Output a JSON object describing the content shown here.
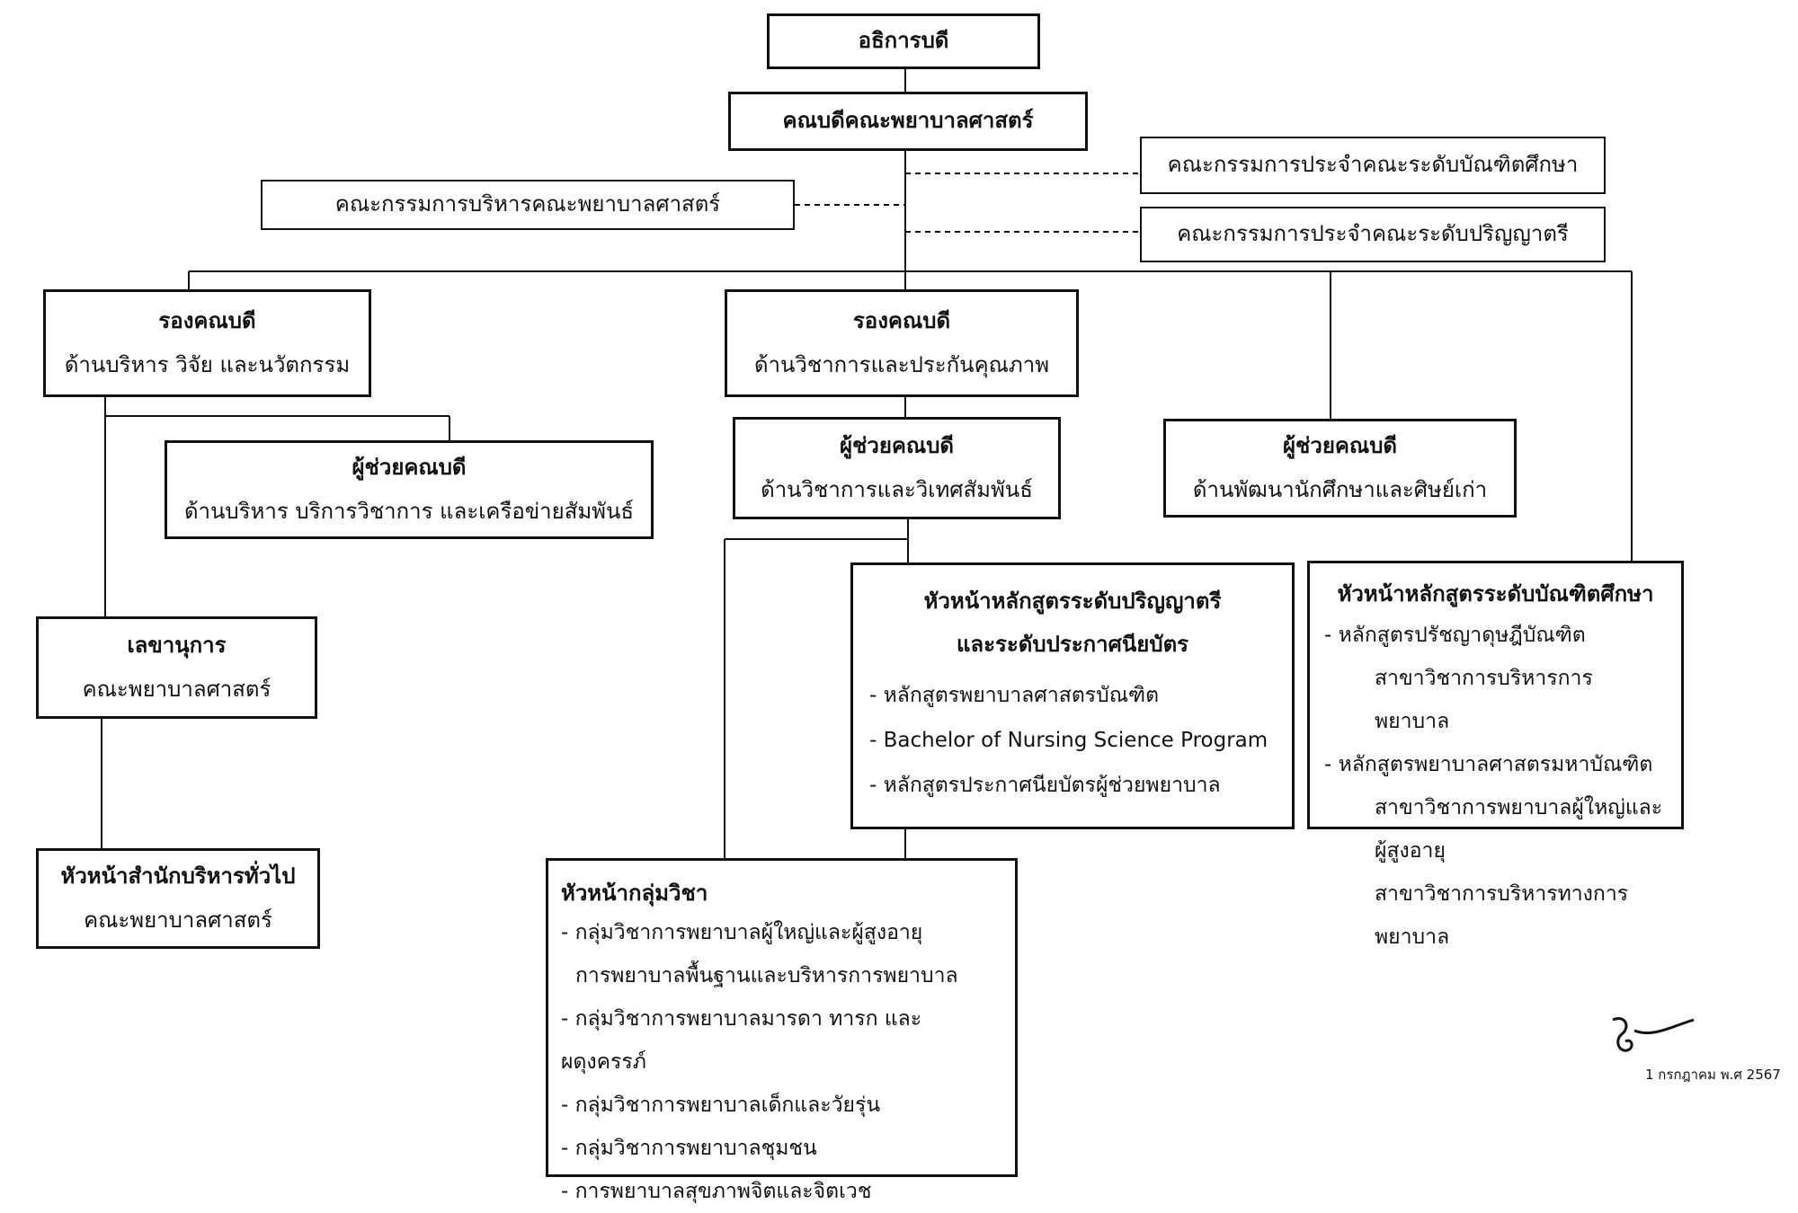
{
  "top": {
    "title": "อธิการบดี"
  },
  "dean": {
    "title": "คณบดีคณะพยาบาลศาสตร์"
  },
  "committees": {
    "executive": "คณะกรรมการบริหารคณะพยาบาลศาสตร์",
    "graduate": "คณะกรรมการประจำคณะระดับบัณฑิตศึกษา",
    "undergraduate": "คณะกรรมการประจำคณะระดับปริญญาตรี"
  },
  "vd_admin": {
    "title": "รองคณบดี",
    "subtitle": "ด้านบริหาร วิจัย และนวัตกรรม"
  },
  "vd_academic": {
    "title": "รองคณบดี",
    "subtitle": "ด้านวิชาการและประกันคุณภาพ"
  },
  "ad_admin": {
    "title": "ผู้ช่วยคณบดี",
    "subtitle": "ด้านบริหาร บริการวิชาการ และเครือข่ายสัมพันธ์"
  },
  "ad_academic": {
    "title": "ผู้ช่วยคณบดี",
    "subtitle": "ด้านวิชาการและวิเทศสัมพันธ์"
  },
  "ad_student": {
    "title": "ผู้ช่วยคณบดี",
    "subtitle": "ด้านพัฒนานักศึกษาและศิษย์เก่า"
  },
  "secretary": {
    "title": "เลขานุการ",
    "subtitle": "คณะพยาบาลศาสตร์"
  },
  "office_head": {
    "title": "หัวหน้าสำนักบริหารทั่วไป",
    "subtitle": "คณะพยาบาลศาสตร์"
  },
  "undergrad_head": {
    "title_line1": "หัวหน้าหลักสูตรระดับปริญญาตรี",
    "title_line2": "และระดับประกาศนียบัตร",
    "items": [
      "- หลักสูตรพยาบาลศาสตรบัณฑิต",
      "- Bachelor of Nursing Science Program",
      "- หลักสูตรประกาศนียบัตรผู้ช่วยพยาบาล"
    ]
  },
  "grad_head": {
    "title": "หัวหน้าหลักสูตรระดับบัณฑิตศึกษา",
    "item1": "- หลักสูตรปรัชญาดุษฎีบัณฑิต",
    "item1_sub1": "สาขาวิชาการบริหารการพยาบาล",
    "item2": "- หลักสูตรพยาบาลศาสตรมหาบัณฑิต",
    "item2_sub1": "สาขาวิชาการพยาบาลผู้ใหญ่และผู้สูงอายุ",
    "item2_sub2": "สาขาวิชาการบริหารทางการพยาบาล"
  },
  "dept_head": {
    "title": "หัวหน้ากลุ่มวิชา",
    "item1": "- กลุ่มวิชาการพยาบาลผู้ใหญ่และผู้สูงอายุ",
    "item1_cont": "การพยาบาลพื้นฐานและบริหารการพยาบาล",
    "item2": "- กลุ่มวิชาการพยาบาลมารดา ทารก และผดุงครรภ์",
    "item3": "- กลุ่มวิชาการพยาบาลเด็กและวัยรุ่น",
    "item4": "- กลุ่มวิชาการพยาบาลชุมชน",
    "item5": "- การพยาบาลสุขภาพจิตและจิตเวช"
  },
  "signature": {
    "date": "1 กรกฎาคม พ.ศ 2567"
  }
}
